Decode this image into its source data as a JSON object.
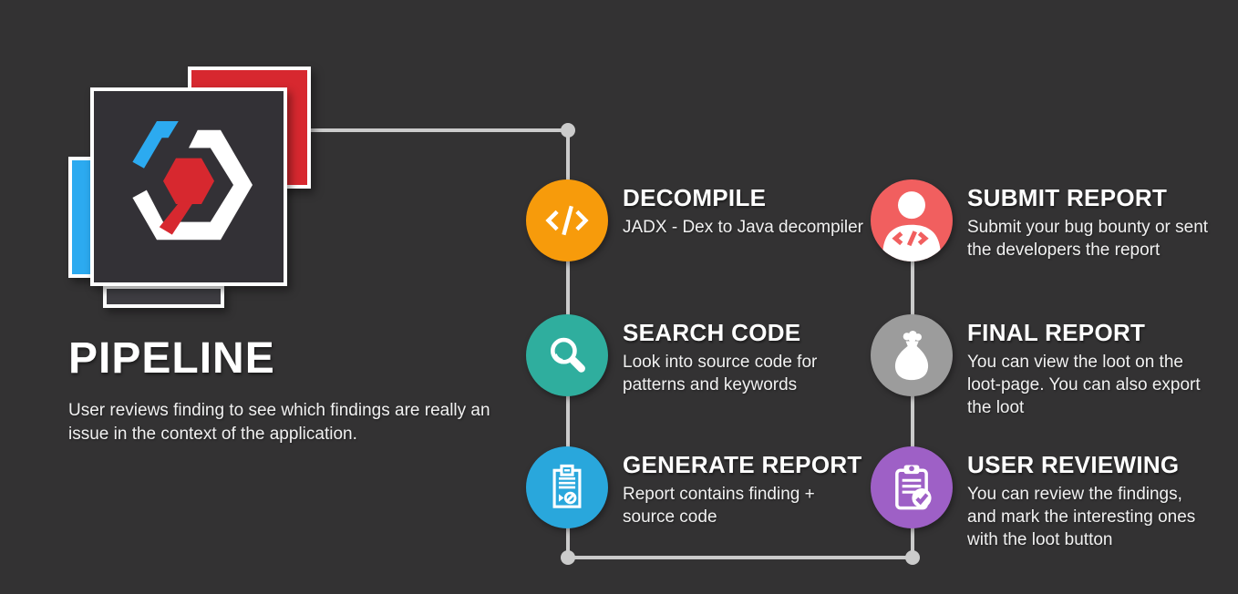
{
  "page": {
    "title": "PIPELINE",
    "description": "User reviews finding to see which findings are really an issue in the context of the application."
  },
  "colors": {
    "background": "#333233",
    "connector": "#CBCBCB",
    "logo_cyan": "#2CAAF0",
    "logo_red": "#D7282F",
    "logo_dark_panel": "#3E3D42",
    "logo_square_fill": "#333136",
    "white": "#FFFFFF"
  },
  "steps": [
    {
      "title": "DECOMPILE",
      "description": "JADX - Dex to Java decompiler",
      "color": "#F79B0B",
      "icon": "code-icon"
    },
    {
      "title": "SEARCH CODE",
      "description": "Look into source code for\npatterns and keywords",
      "color": "#2FAE9E",
      "icon": "magnifying-glass-icon"
    },
    {
      "title": "GENERATE REPORT",
      "description": "Report contains finding +\nsource code",
      "color": "#29A7DC",
      "icon": "report-clipboard-icon"
    },
    {
      "title": "SUBMIT REPORT",
      "description": "Submit your bug bounty or sent\nthe developers the report",
      "color": "#F15F5F",
      "icon": "analyst-person-icon"
    },
    {
      "title": "FINAL REPORT",
      "description": "You can view the loot on the\nloot-page. You can also export\nthe loot",
      "color": "#9C9C9C",
      "icon": "loot-bag-icon"
    },
    {
      "title": "USER REVIEWING",
      "description": "You can review the findings,\nand mark the interesting ones\nwith the loot button",
      "color": "#9E60C6",
      "icon": "clipboard-check-icon"
    }
  ]
}
